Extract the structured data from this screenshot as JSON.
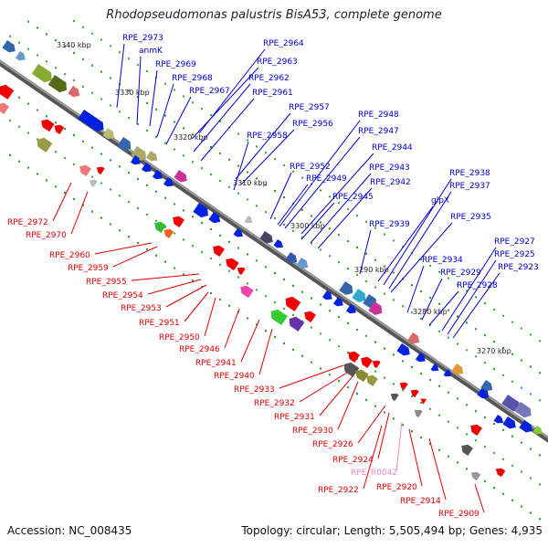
{
  "title": "Rhodopseudomonas palustris BisA53, complete genome",
  "accession": "Accession: NC_008435",
  "topology": "Topology: circular; Length: 5,505,494 bp; Genes: 4,935",
  "colors": {
    "top_label": "#0000cc",
    "bottom_label": "#dd0000",
    "rna_label": "#ee88cc",
    "axis": "#777777",
    "forward": "#0022dd",
    "reverse": "#ee0000"
  },
  "kbp_labels": [
    "3340 kbp",
    "3330 kbp",
    "3320 kbp",
    "3310 kbp",
    "3300 kbp",
    "3290 kbp",
    "3280 kbp",
    "3270 kbp"
  ],
  "top_labels": [
    "RPE_2973",
    "anmK",
    "RPE_2969",
    "RPE_2968",
    "RPE_2967",
    "RPE_2964",
    "RPE_2963",
    "RPE_2962",
    "RPE_2961",
    "RPE_2957",
    "RPE_2956",
    "RPE_2958",
    "RPE_2948",
    "RPE_2947",
    "RPE_2944",
    "RPE_2952",
    "RPE_2949",
    "RPE_2943",
    "RPE_2942",
    "RPE_2945",
    "RPE_2938",
    "RPE_2937",
    "glpX",
    "RPE_2935",
    "RPE_2939",
    "RPE_2927",
    "RPE_2925",
    "RPE_2923",
    "RPE_2934",
    "RPE_2929",
    "RPE_2928"
  ],
  "bottom_labels": [
    "RPE_2972",
    "RPE_2970",
    "RPE_2960",
    "RPE_2959",
    "RPE_2955",
    "RPE_2954",
    "RPE_2953",
    "RPE_2951",
    "RPE_2950",
    "RPE_2946",
    "RPE_2941",
    "RPE_2940",
    "RPE_2933",
    "RPE_2932",
    "RPE_2931",
    "RPE_2930",
    "RPE_2926",
    "RPE_2924",
    "RPE_R0042",
    "RPE_2922",
    "RPE_2920",
    "RPE_2914",
    "RPE_2909"
  ]
}
